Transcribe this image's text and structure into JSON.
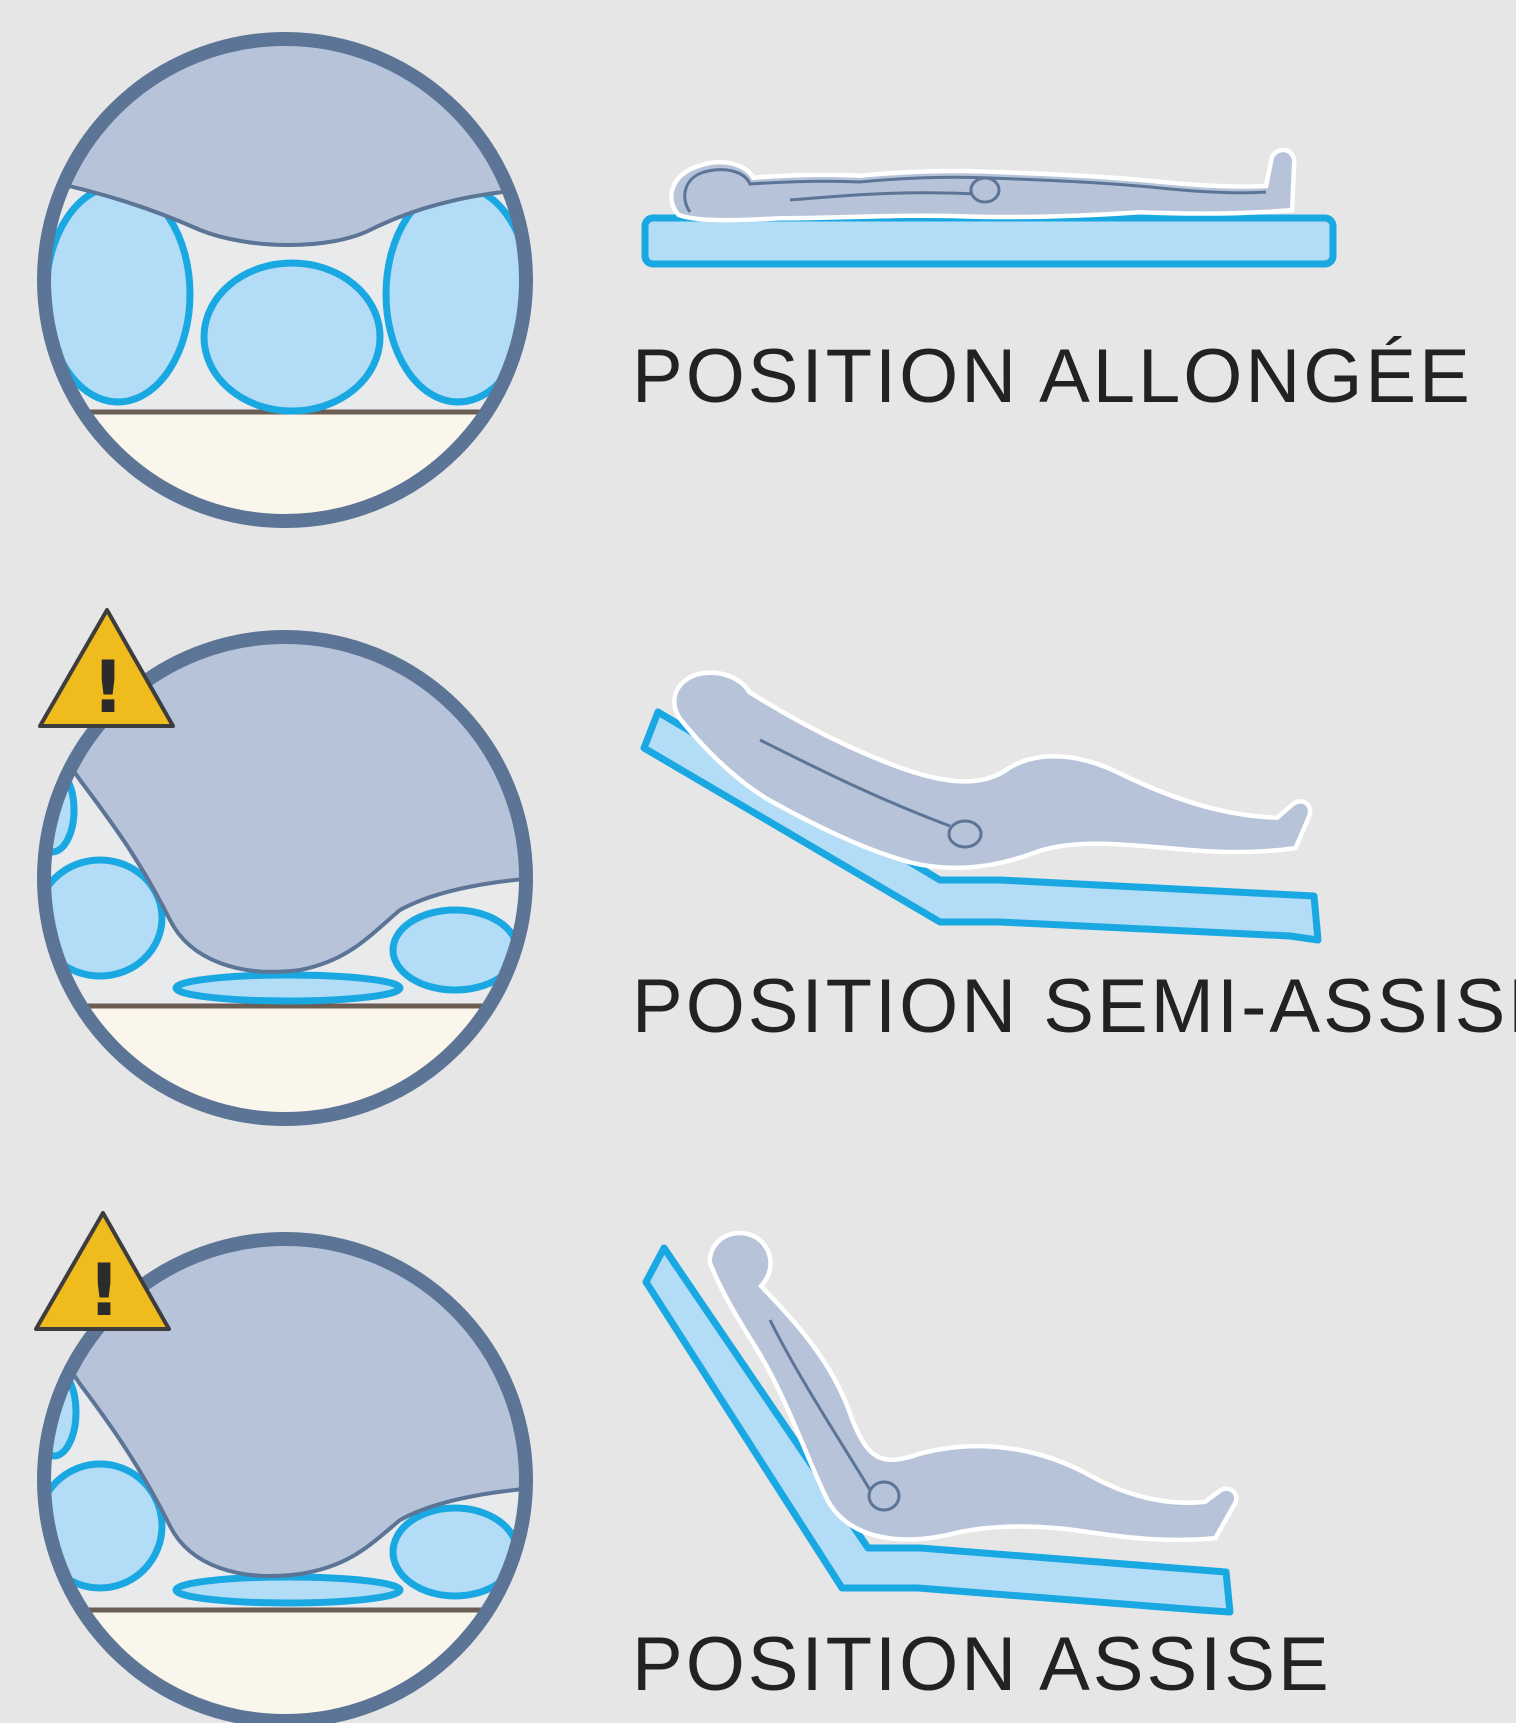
{
  "positions": [
    {
      "label": "POSITION ALLONGÉE",
      "warning": false
    },
    {
      "label": "POSITION SEMI-ASSISE",
      "warning": true
    },
    {
      "label": "POSITION ASSISE",
      "warning": true
    }
  ],
  "warning_symbol": "!",
  "colors": {
    "background": "#e6e6e6",
    "ring": "#5c7596",
    "body": "#b6c3d8",
    "body_stroke": "#5c7596",
    "cell_fill": "#b3dcf6",
    "cell_stroke": "#1aa8e3",
    "base": "#faf6ec",
    "warning": "#f0bb1c"
  }
}
